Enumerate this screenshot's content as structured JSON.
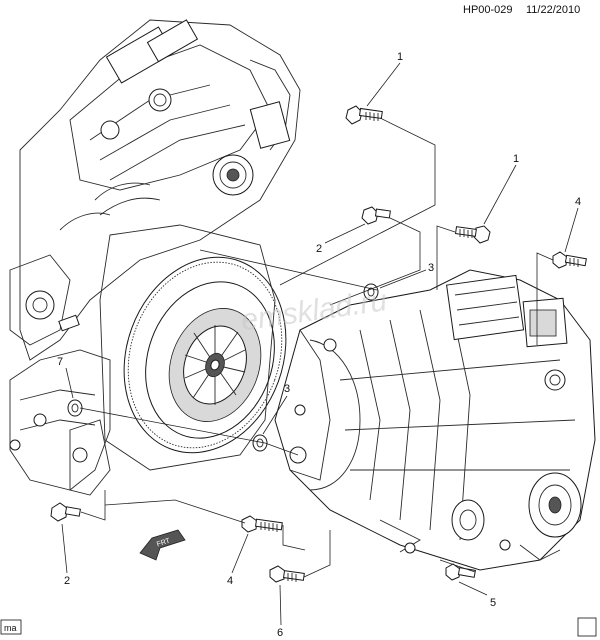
{
  "header": {
    "code": "HP00-029",
    "date": "11/22/2010"
  },
  "watermark": "emsklad.ru",
  "corner_tag": "ma",
  "front_arrow_label": "FRT",
  "callouts": [
    {
      "id": "c1a",
      "label": "1"
    },
    {
      "id": "c1b",
      "label": "1"
    },
    {
      "id": "c2a",
      "label": "2"
    },
    {
      "id": "c2b",
      "label": "2"
    },
    {
      "id": "c3a",
      "label": "3"
    },
    {
      "id": "c3b",
      "label": "3"
    },
    {
      "id": "c4a",
      "label": "4"
    },
    {
      "id": "c4b",
      "label": "4"
    },
    {
      "id": "c5",
      "label": "5"
    },
    {
      "id": "c6",
      "label": "6"
    },
    {
      "id": "c7",
      "label": "7"
    }
  ]
}
